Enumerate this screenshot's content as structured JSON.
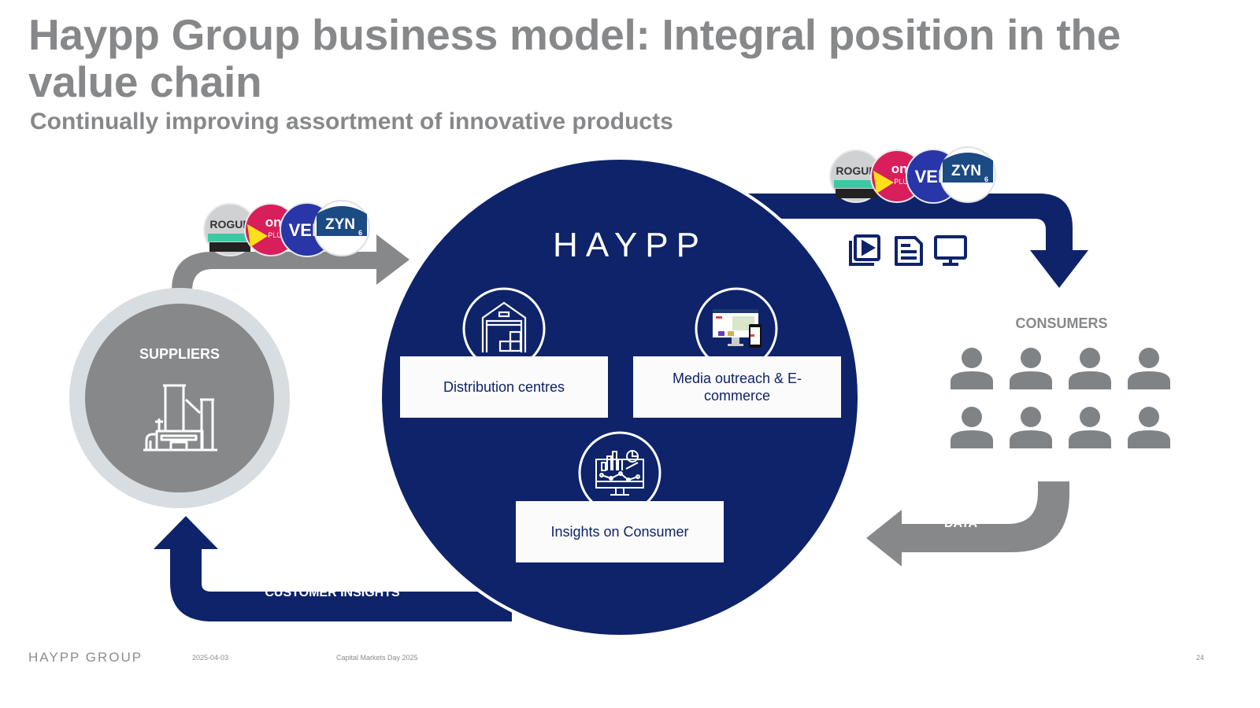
{
  "header": {
    "title": "Haypp Group business model: Integral position in the value chain",
    "subtitle": "Continually improving assortment of innovative products"
  },
  "colors": {
    "navy": "#0e2369",
    "grey": "#87888a",
    "light_grey": "#d7dde0",
    "box_bg": "#fbfbfb"
  },
  "suppliers": {
    "label": "SUPPLIERS",
    "icon": "factory-icon"
  },
  "haypp": {
    "logo": "HAYPP",
    "pillars": [
      {
        "label": "Distribution centres",
        "icon": "warehouse-icon"
      },
      {
        "label": "Media outreach & E-commerce",
        "icon": "devices-screenshot-icon"
      },
      {
        "label": "Insights on Consumer",
        "icon": "analytics-monitor-icon"
      }
    ]
  },
  "products": [
    "ROGUE",
    "on! PLUS",
    "VELO",
    "ZYN"
  ],
  "channel_icons": [
    "video-library-icon",
    "document-icon",
    "monitor-icon"
  ],
  "consumers": {
    "label": "CONSUMERS",
    "count": 8,
    "icon": "person-icon"
  },
  "flows": {
    "data": "DATA",
    "customer_insights": "CUSTOMER INSIGHTS"
  },
  "footer": {
    "brand": "HAYPP GROUP",
    "date": "2025-04-03",
    "event": "Capital Markets Day 2025",
    "page": "24"
  }
}
